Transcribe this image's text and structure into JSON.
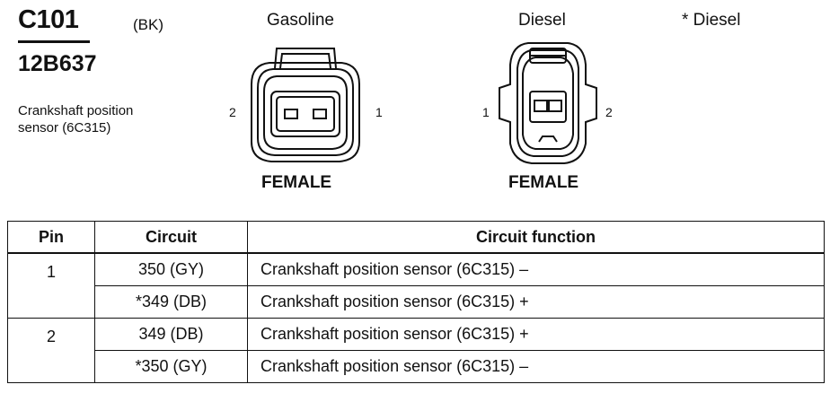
{
  "connector": {
    "id": "C101",
    "color": "(BK)",
    "part_number": "12B637",
    "description": "Crankshaft position sensor (6C315)"
  },
  "views": [
    {
      "title": "Gasoline",
      "gender": "FEMALE",
      "pin_left": "2",
      "pin_right": "1"
    },
    {
      "title": "Diesel",
      "gender": "FEMALE",
      "pin_left": "1",
      "pin_right": "2"
    }
  ],
  "note": "* Diesel",
  "table": {
    "headers": [
      "Pin",
      "Circuit",
      "Circuit function"
    ],
    "rows": [
      {
        "pin": "1",
        "circuit": "350 (GY)",
        "function": "Crankshaft position sensor (6C315) –"
      },
      {
        "pin": "",
        "circuit": "*349 (DB)",
        "function": "Crankshaft position sensor (6C315) +"
      },
      {
        "pin": "2",
        "circuit": "349 (DB)",
        "function": "Crankshaft position sensor (6C315) +"
      },
      {
        "pin": "",
        "circuit": "*350 (GY)",
        "function": "Crankshaft position sensor (6C315) –"
      }
    ]
  }
}
